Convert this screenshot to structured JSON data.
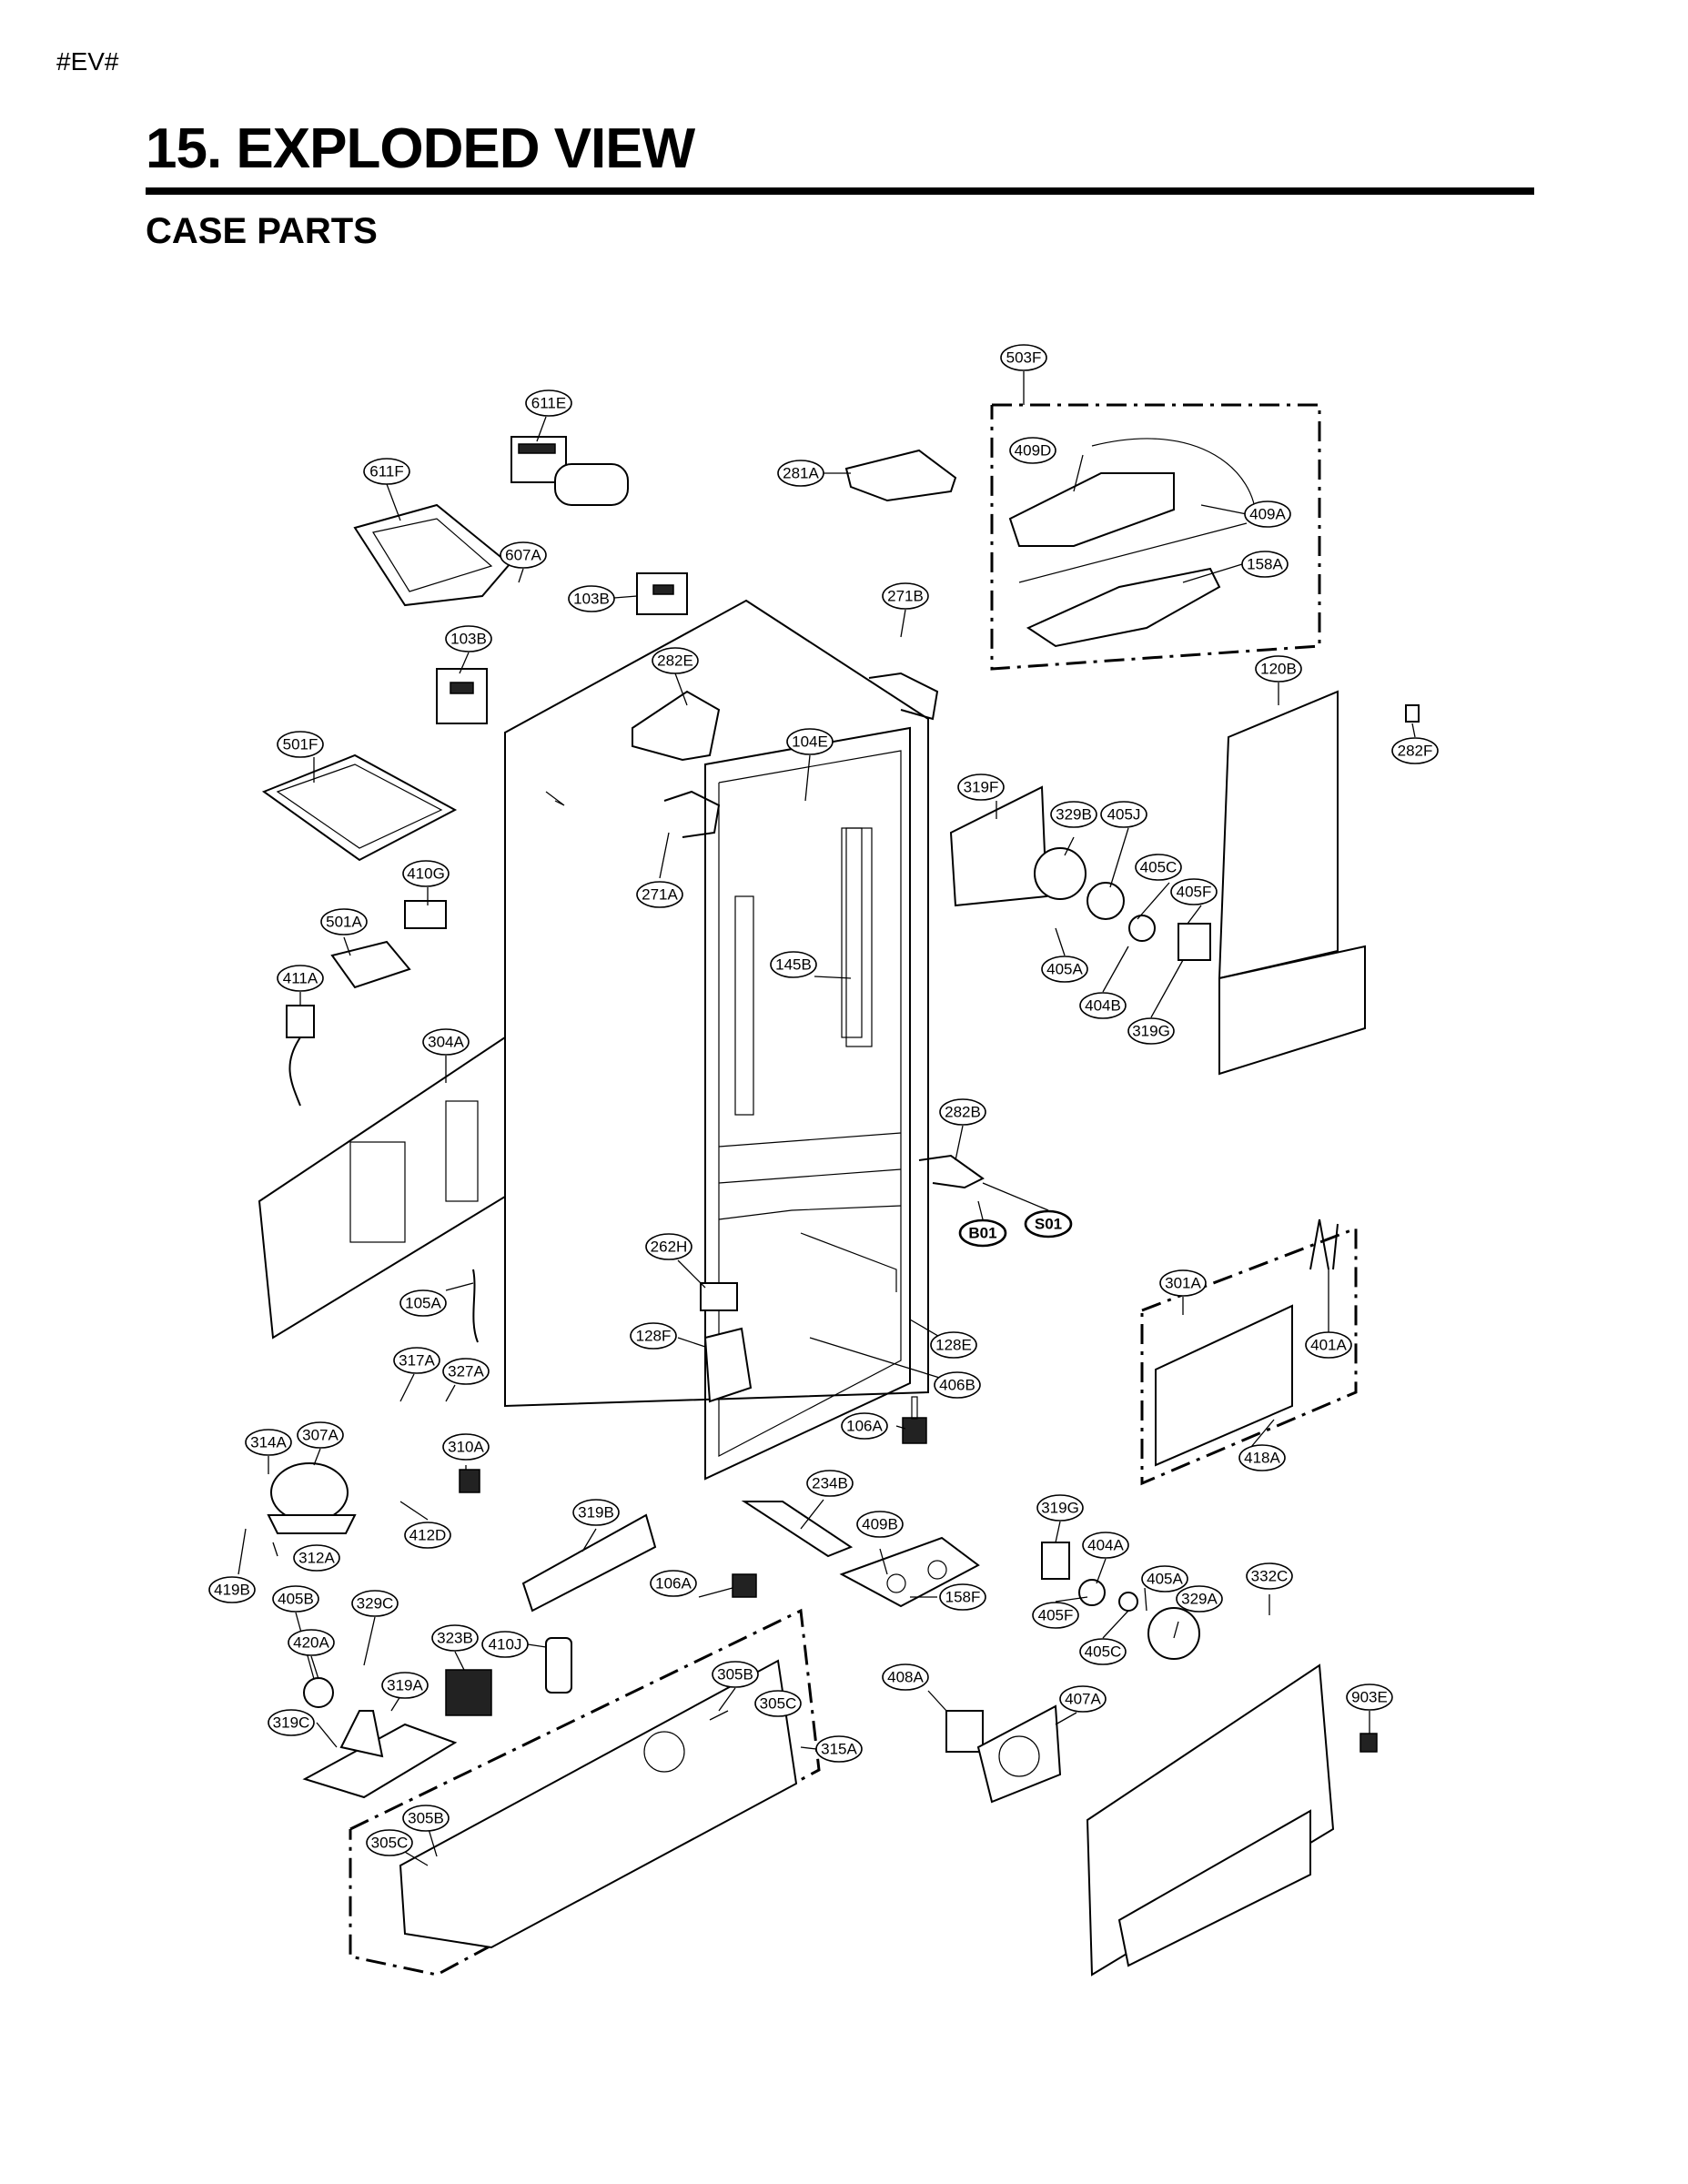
{
  "header": {
    "tag": "#EV#",
    "title": "15. EXPLODED VIEW",
    "subtitle": "CASE PARTS"
  },
  "callouts": {
    "c503F": "503F",
    "c611E": "611E",
    "c611F": "611F",
    "c281A": "281A",
    "c409D": "409D",
    "c409A": "409A",
    "c158A": "158A",
    "c607A": "607A",
    "c103B_1": "103B",
    "c271B": "271B",
    "c103B_2": "103B",
    "c282E": "282E",
    "c120B": "120B",
    "c282F": "282F",
    "c501F": "501F",
    "c104E": "104E",
    "c319F": "319F",
    "c329B": "329B",
    "c405J": "405J",
    "c410G": "410G",
    "c271A": "271A",
    "c405C_1": "405C",
    "c405F_1": "405F",
    "c501A": "501A",
    "c411A": "411A",
    "c145B": "145B",
    "c405A_1": "405A",
    "c404B": "404B",
    "c319G_1": "319G",
    "c304A": "304A",
    "c282B": "282B",
    "cS01": "S01",
    "cB01": "B01",
    "c262H": "262H",
    "c301A": "301A",
    "c105A": "105A",
    "c401A": "401A",
    "c128F": "128F",
    "c128E": "128E",
    "c317A": "317A",
    "c327A": "327A",
    "c406B": "406B",
    "c106A_1": "106A",
    "c418A": "418A",
    "c314A": "314A",
    "c307A": "307A",
    "c310A": "310A",
    "c234B": "234B",
    "c319B": "319B",
    "c409B": "409B",
    "c319G_2": "319G",
    "c412D": "412D",
    "c312A": "312A",
    "c404A": "404A",
    "c332C": "332C",
    "c419B": "419B",
    "c405B": "405B",
    "c329C": "329C",
    "c106A_2": "106A",
    "c158F": "158F",
    "c405A_2": "405A",
    "c329A": "329A",
    "c405F_2": "405F",
    "c420A": "420A",
    "c323B": "323B",
    "c410J": "410J",
    "c405C_2": "405C",
    "c305B_1": "305B",
    "c408A": "408A",
    "c407A": "407A",
    "c903E": "903E",
    "c319A": "319A",
    "c305C_1": "305C",
    "c319C": "319C",
    "c315A": "315A",
    "c305B_2": "305B",
    "c305C_2": "305C"
  }
}
